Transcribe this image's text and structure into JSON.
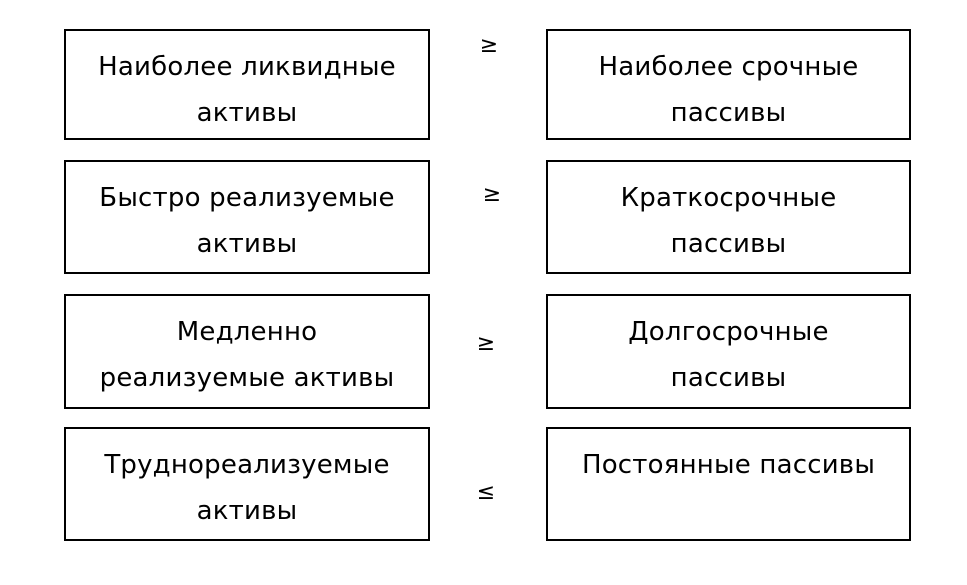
{
  "rows": [
    {
      "assets": [
        "Наиболее ликвидные",
        "активы"
      ],
      "relation": "≥",
      "liabilities": [
        "Наиболее срочные",
        "пассивы"
      ]
    },
    {
      "assets": [
        "Быстро реализуемые",
        "активы"
      ],
      "relation": "≥",
      "liabilities": [
        "Краткосрочные",
        "пассивы"
      ]
    },
    {
      "assets": [
        "Медленно",
        "реализуемые активы"
      ],
      "relation": "≥",
      "liabilities": [
        "Долгосрочные",
        "пассивы"
      ]
    },
    {
      "assets": [
        "Труднореализуемые",
        "активы"
      ],
      "relation": "≤",
      "liabilities": [
        "Постоянные пассивы"
      ]
    }
  ]
}
